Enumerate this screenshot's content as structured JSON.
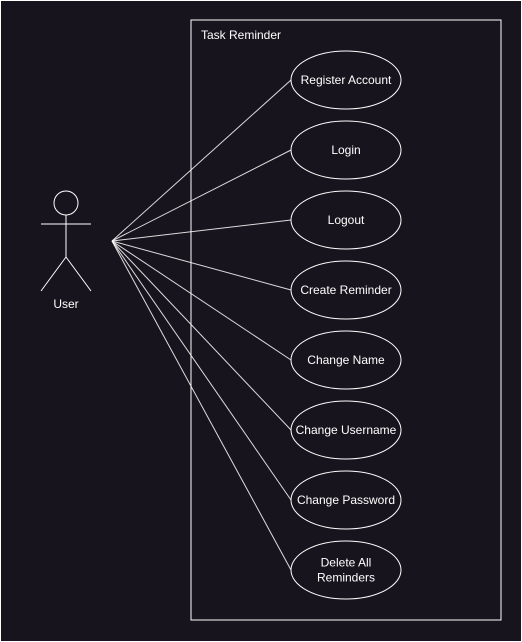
{
  "colors": {
    "background": "#18141d",
    "stroke": "#ffffff",
    "text": "#ffffff"
  },
  "system": {
    "title": "Task Reminder"
  },
  "actor": {
    "name": "User"
  },
  "use_cases": [
    {
      "label_lines": [
        "Register Account"
      ]
    },
    {
      "label_lines": [
        "Login"
      ]
    },
    {
      "label_lines": [
        "Logout"
      ]
    },
    {
      "label_lines": [
        "Create Reminder"
      ]
    },
    {
      "label_lines": [
        "Change Name"
      ]
    },
    {
      "label_lines": [
        "Change Username"
      ]
    },
    {
      "label_lines": [
        "Change Password"
      ]
    },
    {
      "label_lines": [
        "Delete All",
        "Reminders"
      ]
    }
  ]
}
